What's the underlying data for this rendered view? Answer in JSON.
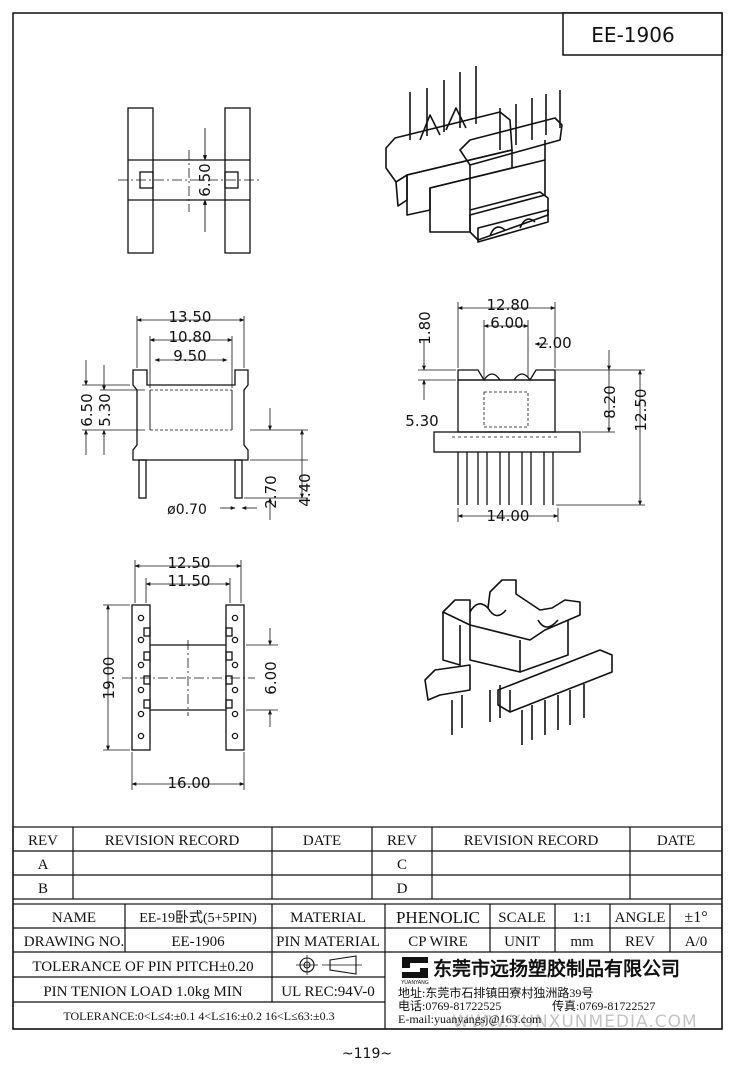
{
  "drawing_id": "EE-1906",
  "page_number": "~119~",
  "dimensions": {
    "top_view_height": "6.50",
    "front_overall": "13.50",
    "front_inner": "10.80",
    "front_core": "9.50",
    "front_left_outer": "6.50",
    "front_left_inner": "5.30",
    "pin_diameter": "ø0.70",
    "pin_length_a": "2.70",
    "pin_length_b": "4.40",
    "side_overall": "12.80",
    "side_slot": "6.00",
    "side_pin_gap": "2.00",
    "side_top": "1.80",
    "side_window": "5.30",
    "side_height_a": "8.20",
    "side_height_b": "12.50",
    "side_pin_span": "14.00",
    "bottom_overall": "12.50",
    "bottom_inner": "11.50",
    "bottom_length": "19.00",
    "bottom_core": "6.00",
    "bottom_width": "16.00"
  },
  "revision_table": {
    "headers": [
      "REV",
      "REVISION RECORD",
      "DATE",
      "REV",
      "REVISION RECORD",
      "DATE"
    ],
    "rows": [
      [
        "A",
        "",
        "",
        "C",
        "",
        ""
      ],
      [
        "B",
        "",
        "",
        "D",
        "",
        ""
      ]
    ]
  },
  "title_block": {
    "name_label": "NAME",
    "name_value": "EE-19卧式(5+5PIN)",
    "material_label": "MATERIAL",
    "material_value": "PHENOLIC",
    "scale_label": "SCALE",
    "scale_value": "1:1",
    "angle_label": "ANGLE",
    "angle_value": "±1°",
    "drawing_no_label": "DRAWING NO.",
    "drawing_no_value": "EE-1906",
    "pin_material_label": "PIN MATERIAL",
    "pin_material_value": "CP WIRE",
    "unit_label": "UNIT",
    "unit_value": "mm",
    "rev_label": "REV",
    "rev_value": "A/0",
    "tolerance_pitch": "TOLERANCE OF PIN PITCH±0.20",
    "pin_tension": "PIN TENION LOAD 1.0kg MIN",
    "ul_rec": "UL REC:94V-0",
    "tolerance_range": "TOLERANCE:0<L≤4:±0.1  4<L≤16:±0.2  16<L≤63:±0.3",
    "company_name": "东莞市远扬塑胶制品有限公司",
    "logo_text": "YUANYANG",
    "address": "地址:东莞市石排镇田寮村独洲路39号",
    "phone": "电话:0769-81722525",
    "fax": "传真:0769-81722527",
    "email": "E-mail:yuanyangsj@163.com",
    "watermark": "WWW.YUNXUNMEDIA.COM"
  }
}
